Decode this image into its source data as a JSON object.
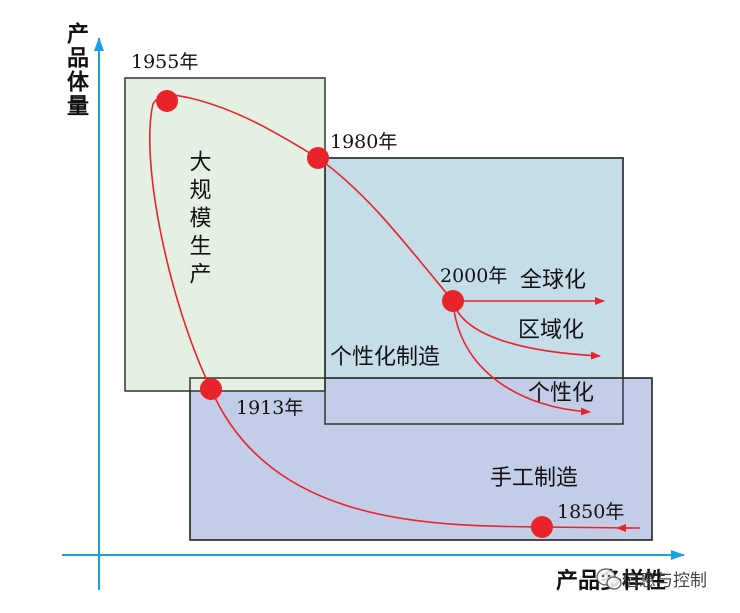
{
  "axes": {
    "y_label": "产品体量",
    "x_label": "产品多样性"
  },
  "zones": {
    "mass_production": "大规模生产",
    "personalized": "个性化制造",
    "handcraft": "手工制造"
  },
  "milestones": {
    "y1850": "1850年",
    "y1913": "1913年",
    "y1955": "1955年",
    "y1980": "1980年",
    "y2000": "2000年"
  },
  "branches": {
    "globalization": "全球化",
    "regionalization": "区域化",
    "personalization": "个性化"
  },
  "watermark": "信息与控制",
  "colors": {
    "axis": "#1aa0e0",
    "curve": "#e8232a",
    "dot": "#e8232a",
    "mass_zone_fill": "#e4f0e2",
    "personalized_zone_fill": "#c5dde8",
    "handcraft_zone_fill": "#c3cde8",
    "zone_border": "#333333"
  }
}
